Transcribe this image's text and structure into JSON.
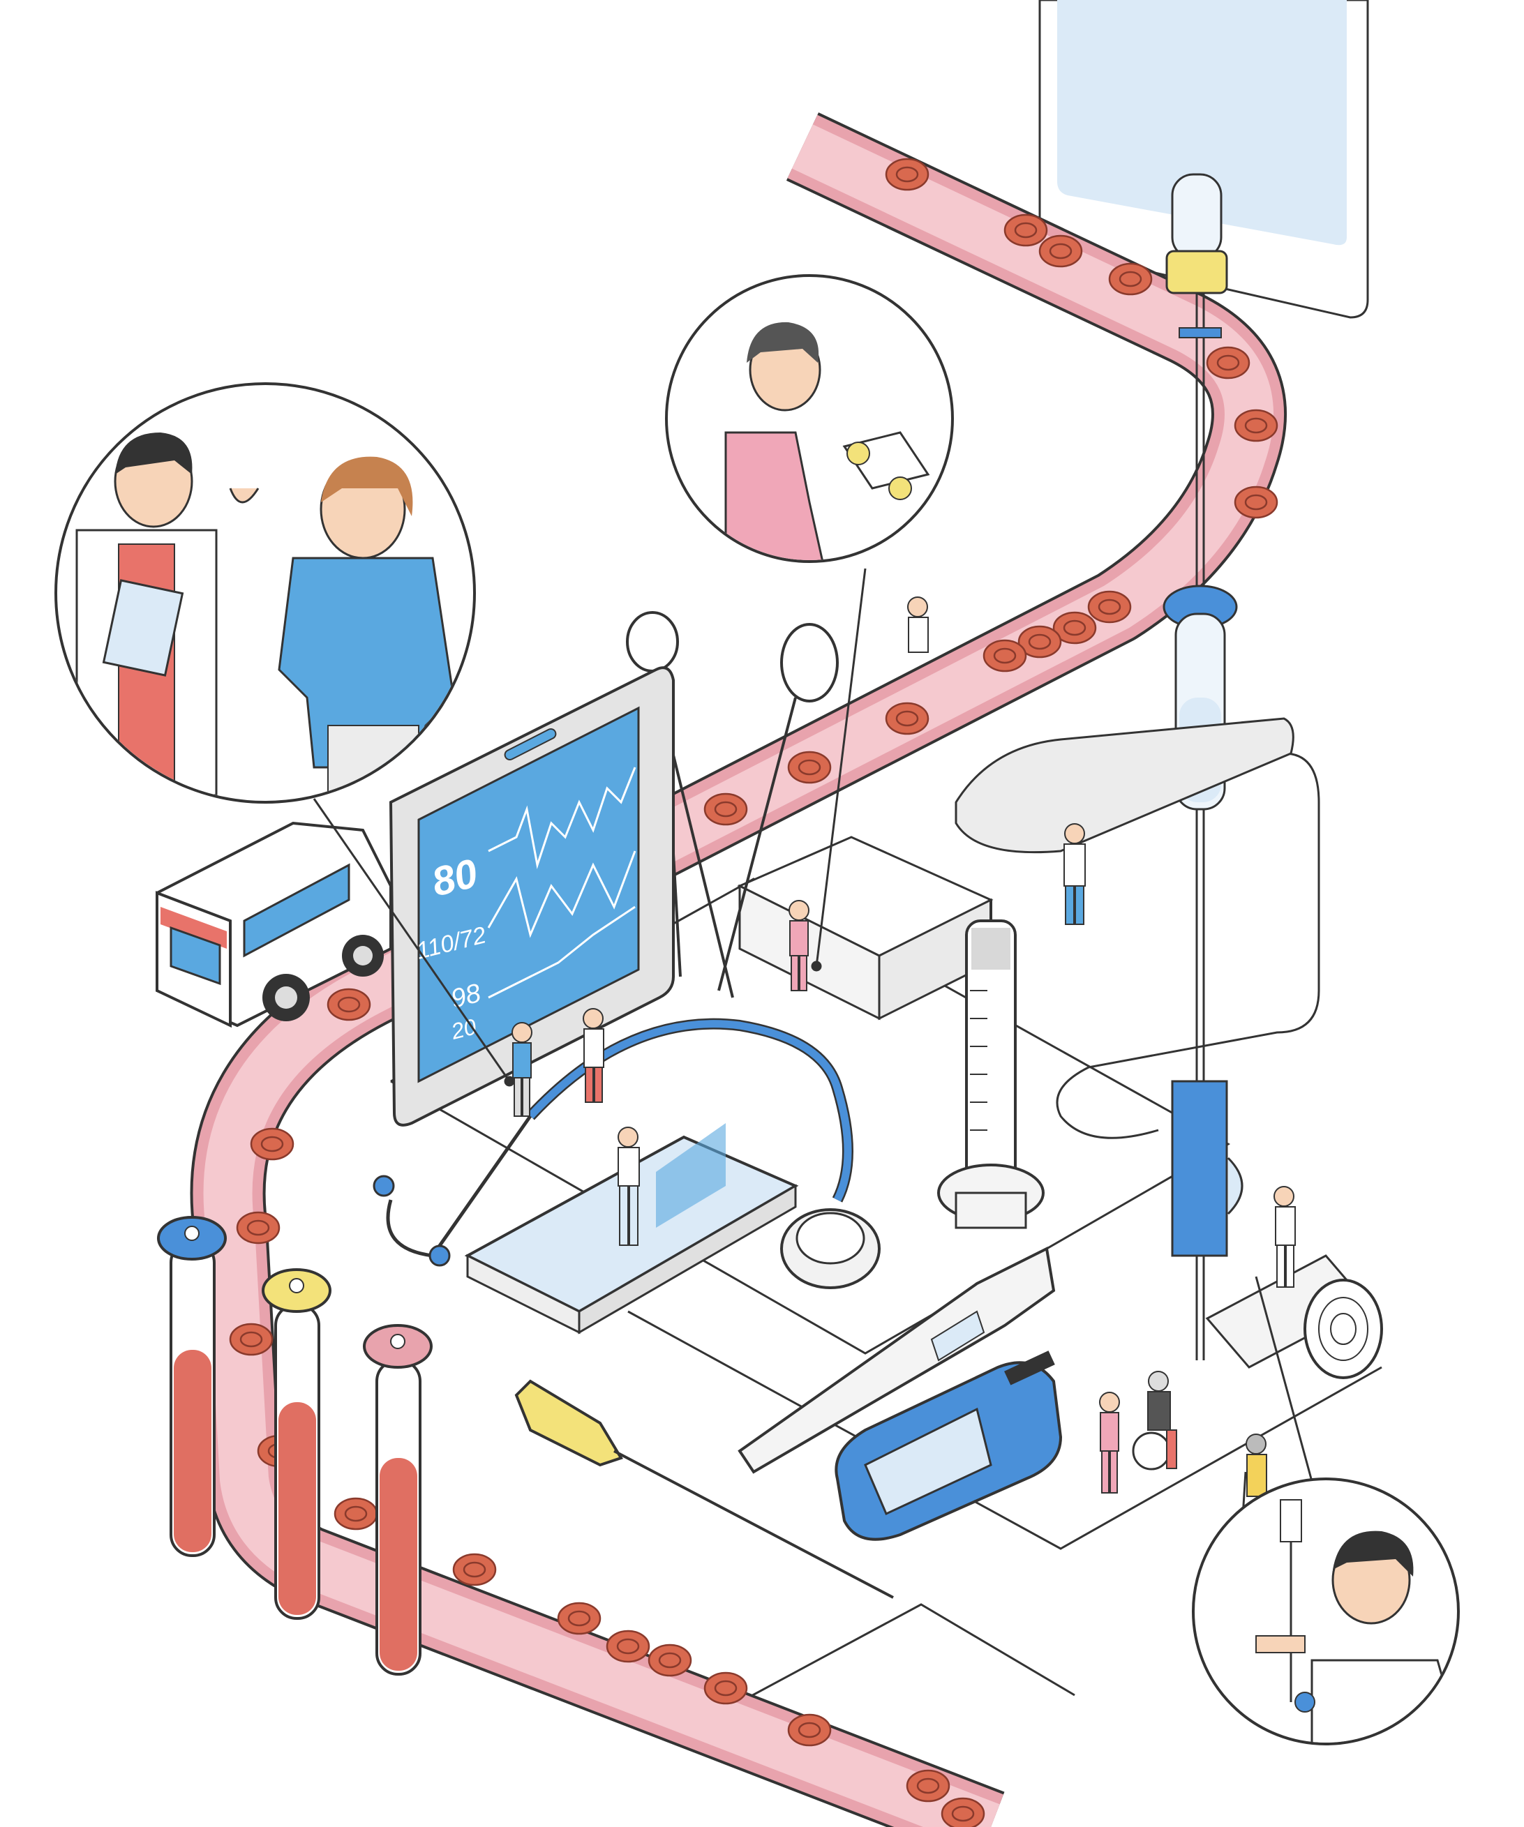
{
  "monitor": {
    "heart_rate": "80",
    "blood_pressure": "110/72",
    "oxygen": "98",
    "resp_rate": "20"
  },
  "colors": {
    "vessel_outer": "#e8a3ad",
    "vessel_inner": "#f5c9cf",
    "blood_cell": "#d9694f",
    "blood_cell_dark": "#c0503a",
    "screen_blue": "#5aa8e0",
    "accent_blue": "#4a90d9",
    "iv_bag": "#dbeaf7",
    "scrub_pink": "#f0a7b8",
    "scrub_blue": "#5aa8e0",
    "cap_yellow": "#f3e27a",
    "tube_blood": "#e06f62",
    "line": "#333333"
  },
  "icons": [
    "ambulance-icon",
    "monitor-icon",
    "stethoscope-icon",
    "syringe-icon",
    "iv-bag-icon",
    "blood-tube-icon",
    "thermometer-icon",
    "glucometer-icon",
    "bandage-roll-icon",
    "forceps-icon",
    "gauze-icon",
    "tablet-icon",
    "needle-icon"
  ]
}
